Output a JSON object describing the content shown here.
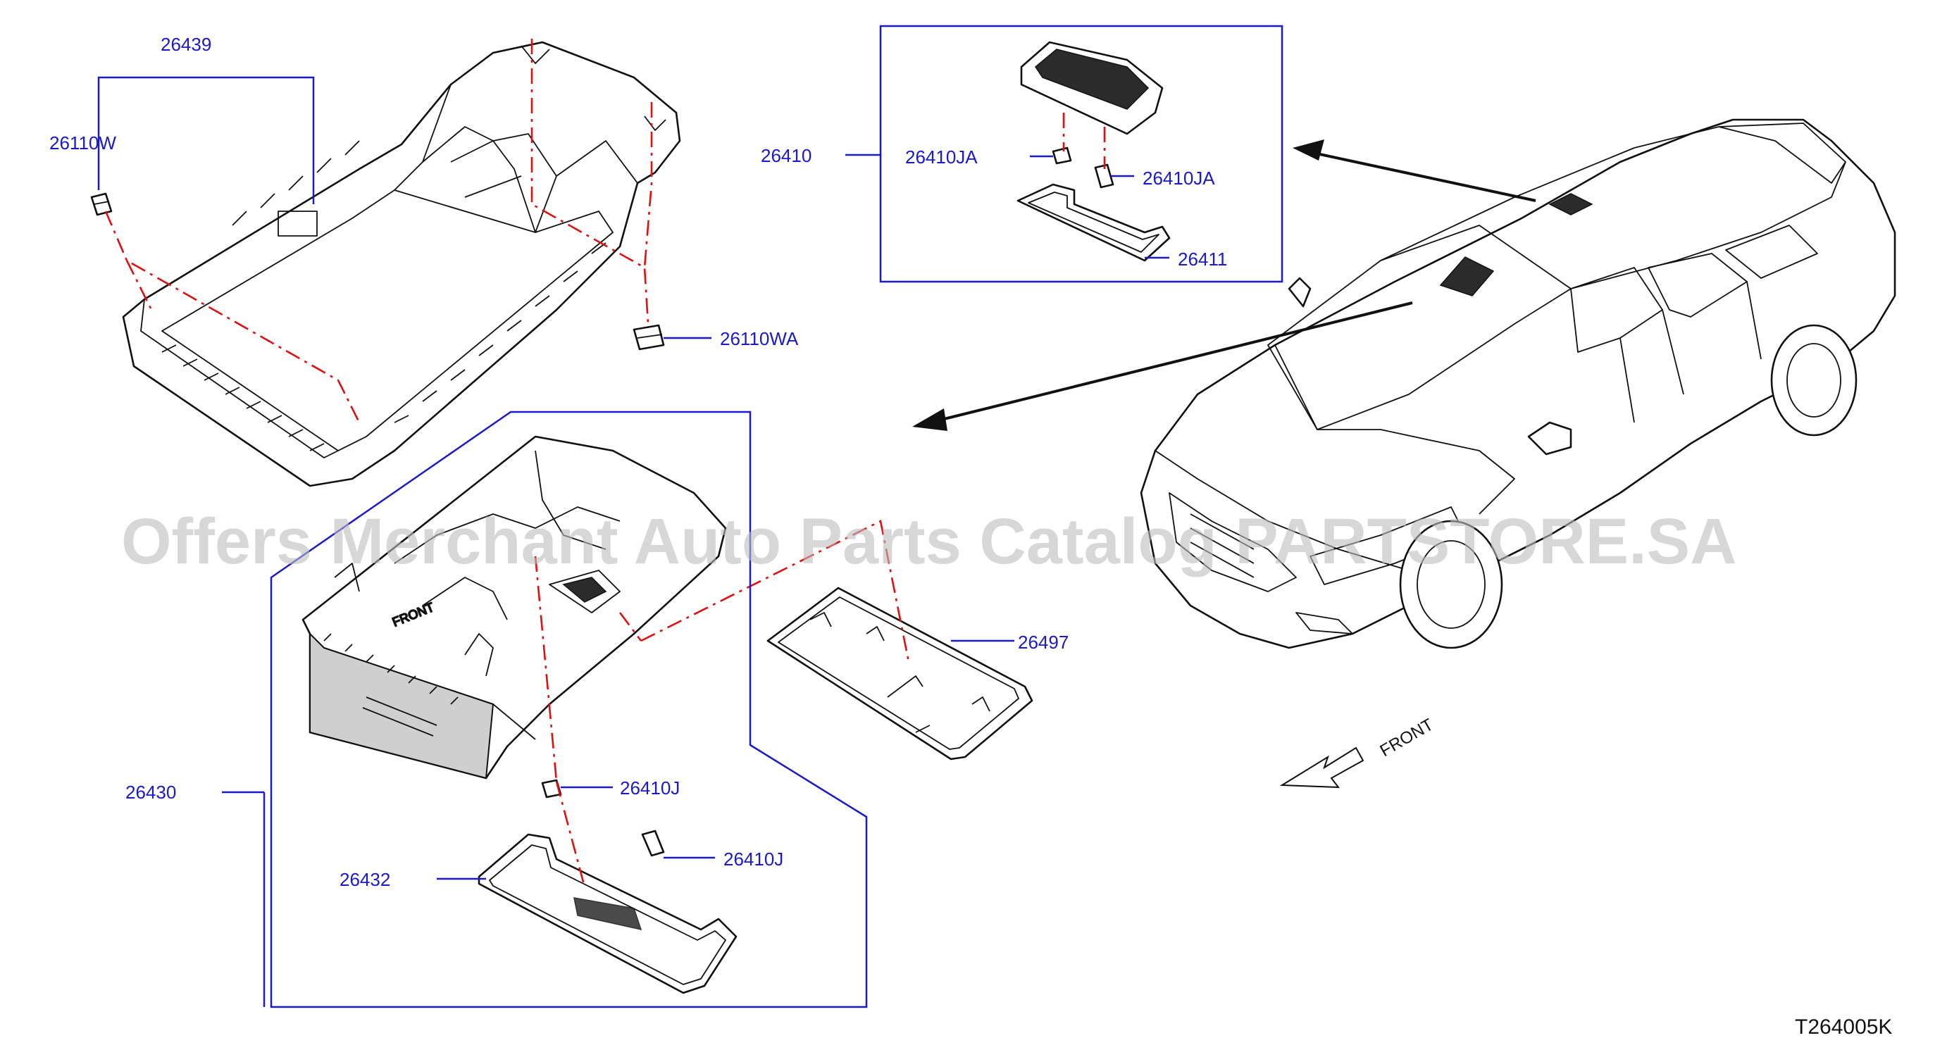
{
  "watermark": "Offers Merchant Auto Parts Catalog PARTSTORE.SA",
  "diagram_ref": "T264005K",
  "direction_label": "FRONT",
  "box_label_text": "FRONT",
  "part_labels": {
    "p26439": "26439",
    "p26110W": "26110W",
    "p26110WA": "26110WA",
    "p26410": "26410",
    "p26410JA_left": "26410JA",
    "p26410JA_right": "26410JA",
    "p26411": "26411",
    "p26497": "26497",
    "p26430": "26430",
    "p26410J_top": "26410J",
    "p26410J_bottom": "26410J",
    "p26432": "26432"
  },
  "colors": {
    "label_blue": "#1a1acc",
    "dash_red": "#e01010",
    "line_black": "#111111",
    "watermark_grey": "#bdbdbd"
  }
}
